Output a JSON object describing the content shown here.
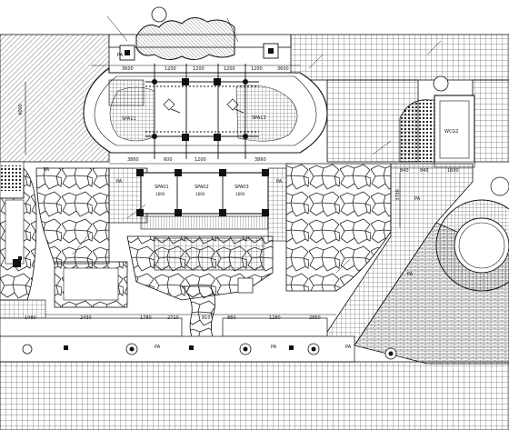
{
  "colors": {
    "ink": "#111111",
    "paper": "#ffffff"
  },
  "labels": {
    "spa11": "SPA11",
    "spa12": "SPA12",
    "spa01": "SPA01",
    "spa02": "SPA02",
    "spa03": "SPA03",
    "spa_size_1": "1800",
    "spa_size_2": "1800",
    "spa_size_3": "1800",
    "wcg2": "WCG2",
    "pa": "PA"
  },
  "dimensions": {
    "top_3600": "3600",
    "top_1200a": "1200",
    "top_1200b": "1200",
    "top_1200c": "1200",
    "top_1200d": "1200",
    "top_3600b": "3600",
    "mid_3860": "3860",
    "mid_1200": "1200",
    "mid_3860b": "3860",
    "mid_600": "600",
    "right_840a": "840",
    "right_840b": "840",
    "right_1600": "1600",
    "bot_1480": "1480",
    "bot_2430": "2430",
    "bot_1780": "1780",
    "bot_2710": "2710",
    "bot_810": "810",
    "bot_860": "860",
    "bot_1280": "1280",
    "bot_2850": "2850",
    "side_4000": "4000",
    "side_3700": "3700"
  }
}
